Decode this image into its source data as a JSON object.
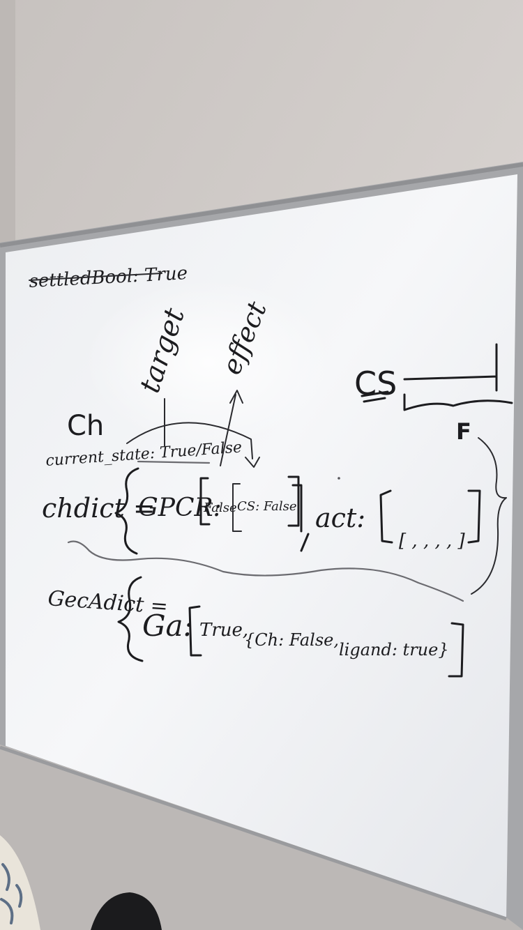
{
  "whiteboard": {
    "line_struck": "settledBool: True",
    "label_target": "target",
    "label_effect": "effect",
    "label_cs": "CS",
    "label_ch": "Ch",
    "label_f": "F",
    "current_state": "current_state: True/False",
    "chdict_name": "chdict =",
    "gpcr_key": "GPCR:",
    "gpcr_false": "False",
    "gpcr_cs": "CS: False",
    "act_key": "act:",
    "act_list": "[ , , , , ]",
    "gecadict_name": "GecAdict =",
    "ga_key": "Ga:",
    "ga_true": "True,",
    "ga_ch": "{Ch: False,",
    "ga_ligand": "ligand: true}"
  },
  "colors": {
    "ink": "#1c1c1f",
    "board": "#f3f4f6",
    "wall": "#cfcac6",
    "frame": "#a3a4a6"
  }
}
